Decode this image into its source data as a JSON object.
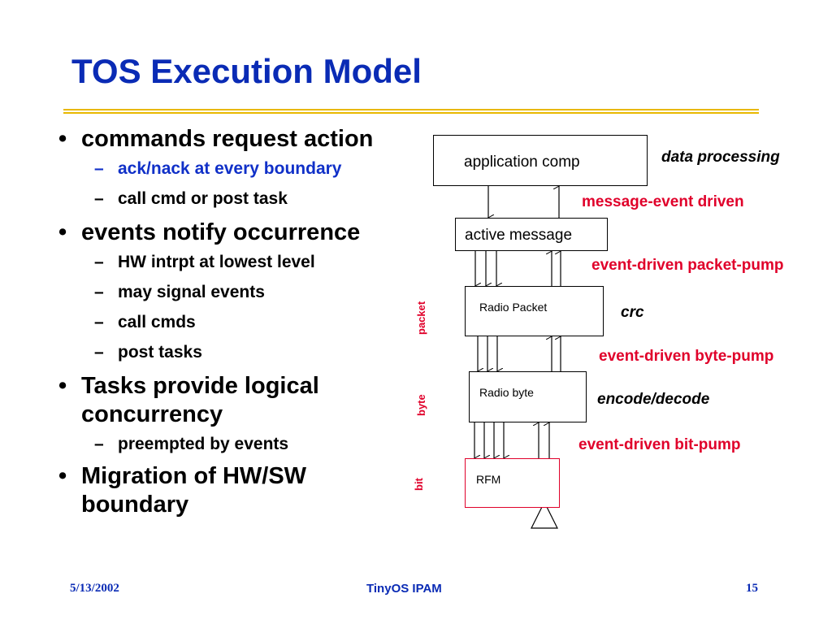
{
  "slide": {
    "title": "TOS Execution Model",
    "bullets": [
      {
        "text": "commands request action",
        "subs": [
          {
            "text": "ack/nack at every boundary",
            "color": "#1030c8"
          },
          {
            "text": "call cmd or post task"
          }
        ]
      },
      {
        "text": "events notify occurrence",
        "subs": [
          {
            "text": "HW intrpt at lowest level"
          },
          {
            "text": "may signal events"
          },
          {
            "text": "call cmds"
          },
          {
            "text": "post tasks"
          }
        ]
      },
      {
        "text": "Tasks provide logical concurrency",
        "subs": [
          {
            "text": "preempted by events"
          }
        ]
      },
      {
        "text": "Migration of HW/SW boundary",
        "subs": []
      }
    ]
  },
  "diagram": {
    "boxes": {
      "app": "application comp",
      "am": "active message",
      "packet": "Radio Packet",
      "byte": "Radio byte",
      "rfm": "RFM"
    },
    "annotations": {
      "data_processing": "data processing",
      "message_event": "message-event driven",
      "packet_pump": "event-driven packet-pump",
      "crc": "crc",
      "byte_pump": "event-driven byte-pump",
      "encode_decode": "encode/decode",
      "bit_pump": "event-driven bit-pump"
    },
    "side_labels": {
      "packet": "packet",
      "byte": "byte",
      "bit": "bit"
    },
    "colors": {
      "red": "#e0002a",
      "rfm_border": "#e0002a"
    }
  },
  "footer": {
    "date": "5/13/2002",
    "center": "TinyOS IPAM",
    "page": "15"
  },
  "colors": {
    "title": "#0a2bb5",
    "rule": "#e8b800"
  }
}
